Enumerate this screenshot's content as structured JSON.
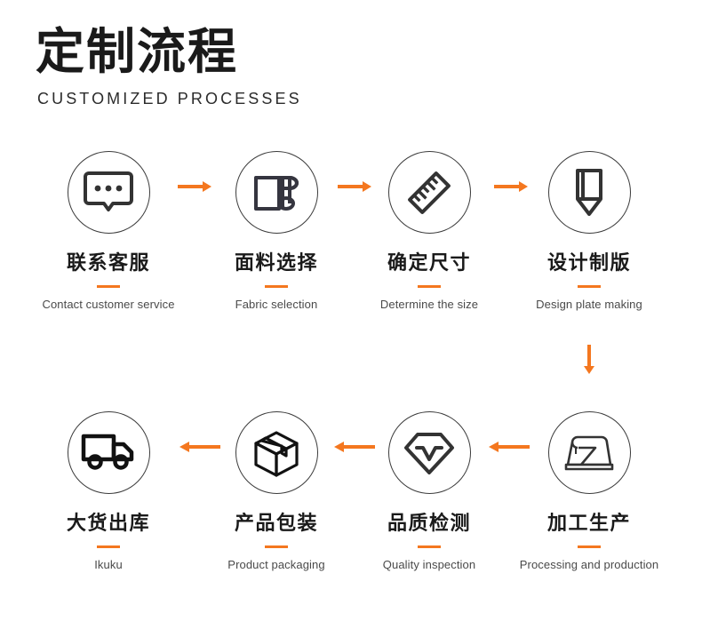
{
  "header": {
    "title_cn": "定制流程",
    "title_en": "CUSTOMIZED PROCESSES"
  },
  "colors": {
    "accent": "#f4771f",
    "icon_stroke": "#333333",
    "circle_stroke": "#3b3b3b",
    "title": "#1a1a1a",
    "caption": "#4a4a4a",
    "background": "#ffffff"
  },
  "flow": {
    "row1_direction": "left-to-right",
    "row2_direction": "right-to-left",
    "connector_direction": "down",
    "row1": [
      {
        "icon": "chat-bubble-icon",
        "label_cn": "联系客服",
        "label_en": "Contact customer service"
      },
      {
        "icon": "fabric-roll-icon",
        "label_cn": "面料选择",
        "label_en": "Fabric selection"
      },
      {
        "icon": "ruler-icon",
        "label_cn": "确定尺寸",
        "label_en": "Determine the size"
      },
      {
        "icon": "pencil-icon",
        "label_cn": "设计制版",
        "label_en": "Design plate making"
      }
    ],
    "row2": [
      {
        "icon": "truck-icon",
        "label_cn": "大货出库",
        "label_en": "Ikuku"
      },
      {
        "icon": "package-box-icon",
        "label_cn": "产品包装",
        "label_en": "Product packaging"
      },
      {
        "icon": "diamond-icon",
        "label_cn": "品质检测",
        "label_en": "Quality inspection"
      },
      {
        "icon": "sewing-machine-icon",
        "label_cn": "加工生产",
        "label_en": "Processing and production"
      }
    ]
  }
}
